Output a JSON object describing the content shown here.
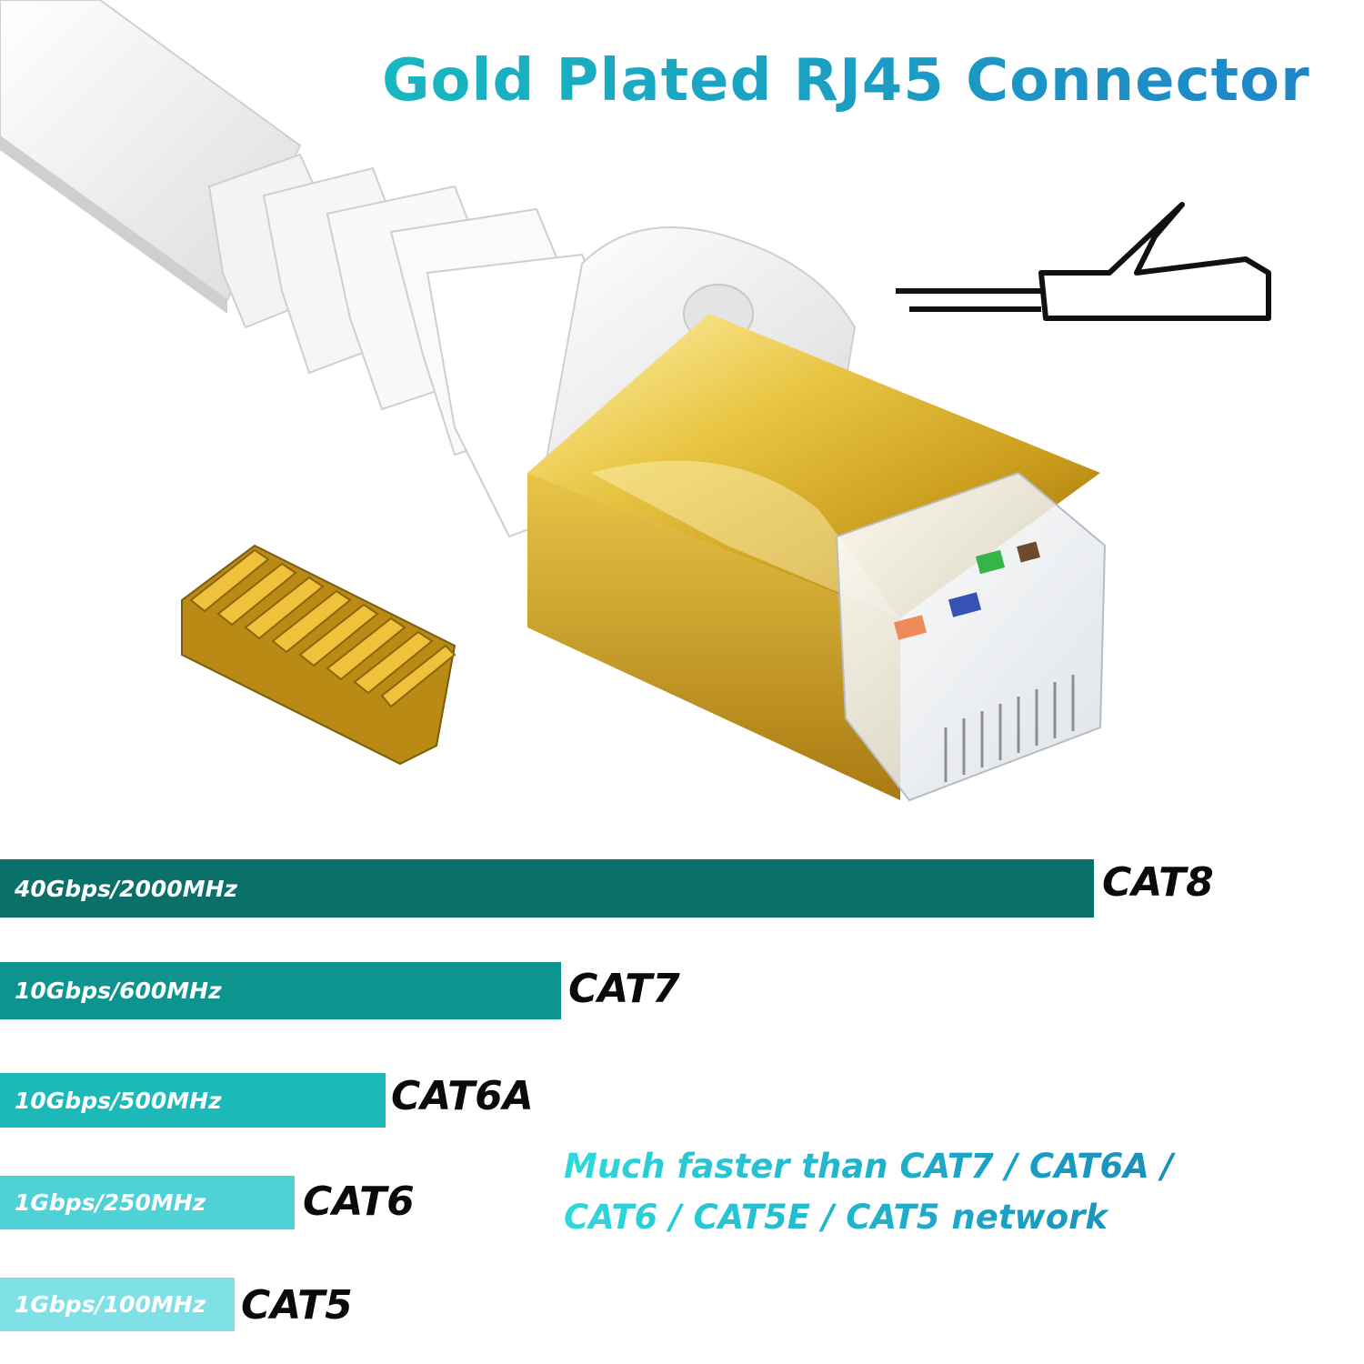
{
  "title": "Gold Plated RJ45 Connector",
  "bars": [
    {
      "spec": "40Gbps/2000MHz",
      "label": "CAT8",
      "color": "#0b6f6a"
    },
    {
      "spec": "10Gbps/600MHz",
      "label": "CAT7",
      "color": "#0e948f"
    },
    {
      "spec": "10Gbps/500MHz",
      "label": "CAT6A",
      "color": "#1db9b8"
    },
    {
      "spec": "1Gbps/250MHz",
      "label": "CAT6",
      "color": "#4ed2d6"
    },
    {
      "spec": "1Gbps/100MHz",
      "label": "CAT5",
      "color": "#7fe0e6"
    }
  ],
  "tagline": {
    "line1": " Much faster than CAT7 / CAT6A /",
    "line2": "CAT6 / CAT5E / CAT5 network"
  },
  "icons": {
    "connector_photo": "rj45-connector-icon",
    "pins": "gold-pins-icon",
    "outline": "plug-outline-icon"
  }
}
